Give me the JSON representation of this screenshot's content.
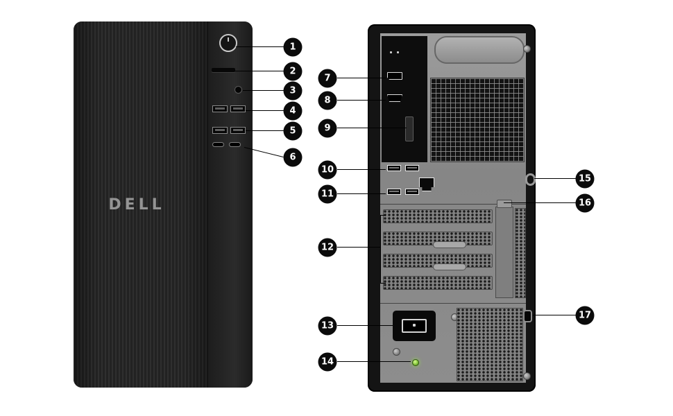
{
  "brand": {
    "logo_text": "DELL"
  },
  "callouts": {
    "list": [
      "1",
      "2",
      "3",
      "4",
      "5",
      "6",
      "7",
      "8",
      "9",
      "10",
      "11",
      "12",
      "13",
      "14",
      "15",
      "16",
      "17"
    ]
  },
  "colors": {
    "callout_bg": "#0b0b0b",
    "callout_text": "#ffffff",
    "tower_front": "#262626",
    "rear_panel": "#8d8d8d",
    "diagnostic_led": "#7ec840"
  }
}
